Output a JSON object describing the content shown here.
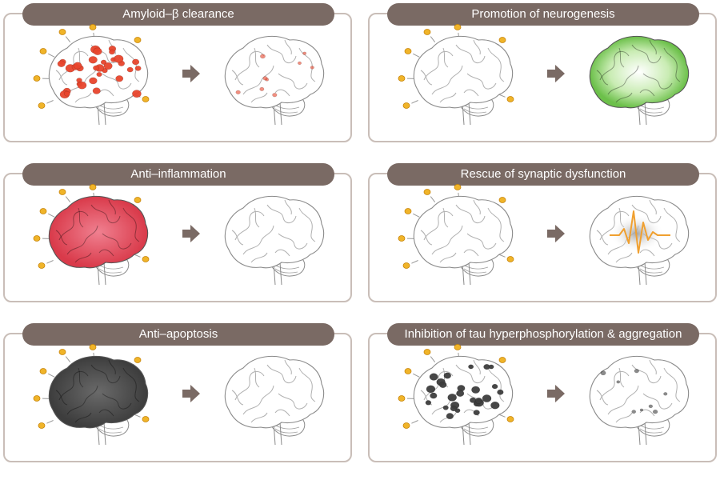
{
  "panels": [
    {
      "id": "amyloid",
      "title": "Amyloid–β clearance",
      "before": "amyloid-plaques",
      "after": "few-plaques"
    },
    {
      "id": "neuro",
      "title": "Promotion of neurogenesis",
      "before": "plain",
      "after": "green-glow"
    },
    {
      "id": "inflam",
      "title": "Anti–inflammation",
      "before": "red-inflamed",
      "after": "plain"
    },
    {
      "id": "synaptic",
      "title": "Rescue of synaptic dysfunction",
      "before": "plain",
      "after": "synaptic-signal"
    },
    {
      "id": "apoptosis",
      "title": "Anti–apoptosis",
      "before": "dark-apoptotic",
      "after": "plain"
    },
    {
      "id": "tau",
      "title": "Inhibition of tau hyperphosphorylation & aggregation",
      "before": "tau-tangles",
      "after": "few-tangles"
    }
  ],
  "colors": {
    "border": "#c9beb8",
    "title_bg": "#7a6a64",
    "arrow": "#7a6a64",
    "particle": "#f0b429",
    "plaque": "#e8452c",
    "inflamed": "#d93a4a",
    "neuro_green": "#6cc04a",
    "apoptotic": "#3d3d3d",
    "signal": "#f0a030"
  },
  "icons": {
    "particle": "nanoparticle-icon",
    "arrow": "right-arrow-icon",
    "brain": "brain-icon"
  }
}
